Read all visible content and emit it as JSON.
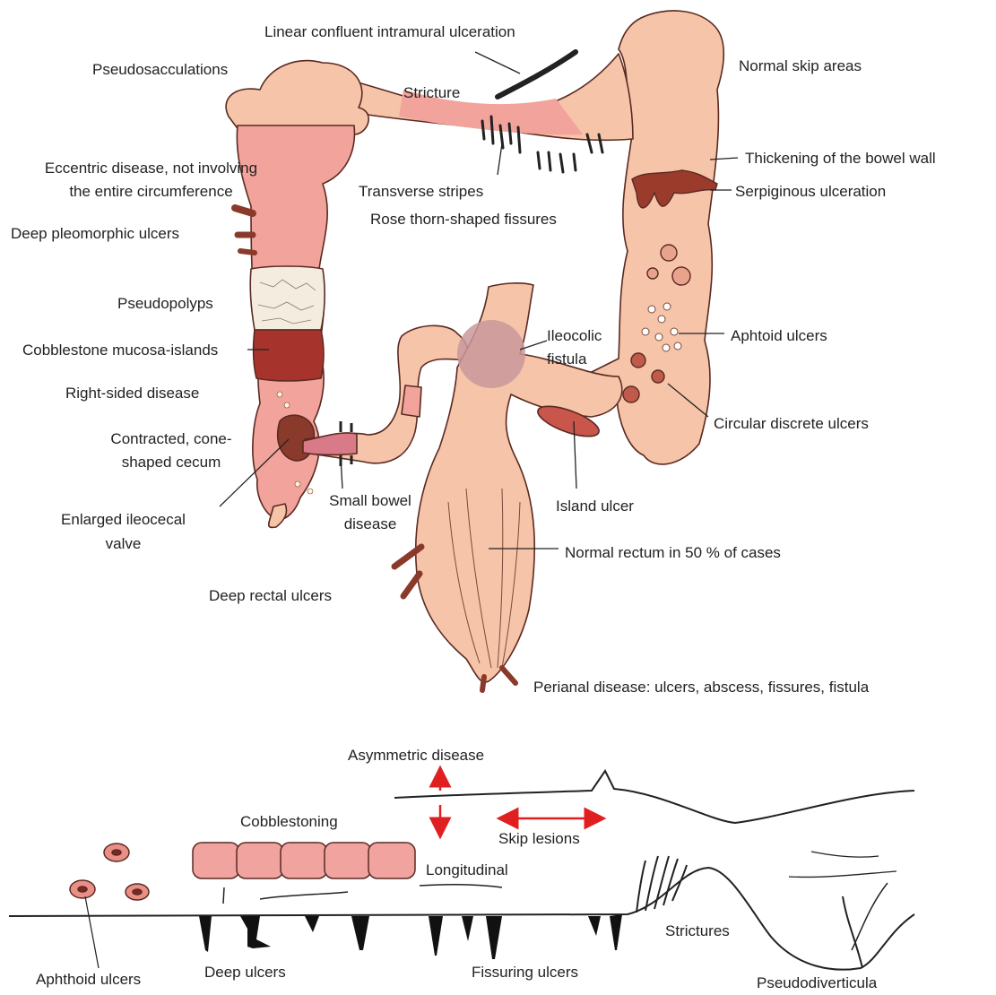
{
  "colors": {
    "colon_fill": "#f6c4a8",
    "diseased_fill": "#f2a39b",
    "outline": "#5a2a22",
    "ulcer": "#9a3b2c",
    "cobblestone_dark": "#a7342c",
    "pseudopolyp": "#f3ecdf",
    "fistula": "#c9989a",
    "arrow_red": "#e02020",
    "cobble_block": "#f1a3a0"
  },
  "colon_labels": {
    "linear_ulceration": "Linear confluent intramural ulceration",
    "pseudosacculations": "Pseudosacculations",
    "normal_skip": "Normal skip areas",
    "stricture": "Stricture",
    "eccentric_1": "Eccentric disease, not involving",
    "eccentric_2": "the entire circumference",
    "thickening": "Thickening of the bowel wall",
    "transverse_stripes": "Transverse stripes",
    "serpiginous": "Serpiginous ulceration",
    "deep_pleomorphic": "Deep pleomorphic ulcers",
    "rose_thorn": "Rose thorn-shaped fissures",
    "pseudopolyps": "Pseudopolyps",
    "aphtoid": "Aphtoid ulcers",
    "ileocolic_1": "Ileocolic",
    "ileocolic_2": "fistula",
    "cobblestone_islands": "Cobblestone mucosa-islands",
    "right_sided": "Right-sided disease",
    "circular_discrete": "Circular discrete ulcers",
    "contracted_1": "Contracted, cone-",
    "contracted_2": "shaped cecum",
    "small_bowel_1": "Small bowel",
    "small_bowel_2": "disease",
    "island_ulcer": "Island ulcer",
    "enlarged_valve_1": "Enlarged ileocecal",
    "enlarged_valve_2": "valve",
    "normal_rectum": "Normal rectum in 50 % of cases",
    "deep_rectal": "Deep rectal ulcers",
    "perianal": "Perianal disease: ulcers, abscess, fissures, fistula"
  },
  "profile_labels": {
    "asymmetric": "Asymmetric disease",
    "cobblestoning": "Cobblestoning",
    "skip_lesions": "Skip lesions",
    "longitudinal": "Longitudinal",
    "strictures": "Strictures",
    "aphthoid": "Aphthoid ulcers",
    "deep_ulcers": "Deep ulcers",
    "fissuring": "Fissuring ulcers",
    "pseudodiverticula": "Pseudodiverticula"
  }
}
